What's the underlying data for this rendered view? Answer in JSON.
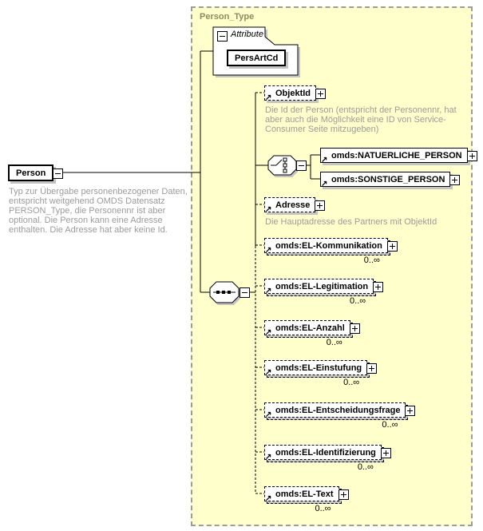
{
  "person_type": {
    "title": "Person_Type"
  },
  "person": {
    "label": "Person",
    "annotation": "Typ zur Übergabe personenbezogener Daten, entspricht weitgehend OMDS Datensatz PERSON_Type, die Personennr ist aber optional. Die Person kann eine Adresse enthalten. Die Adresse hat aber keine Id."
  },
  "attributes": {
    "header": "Attribute",
    "items": [
      {
        "name": "PersArtCd"
      }
    ]
  },
  "elements": {
    "objektid": {
      "label": "ObjektId",
      "annotation": "Die Id der Person (entspricht der Personennr, hat aber auch die Möglichkeit eine ID von Service-Consumer Seite mitzugeben)"
    },
    "natuerliche_person": {
      "label": "omds:NATUERLICHE_PERSON"
    },
    "sonstige_person": {
      "label": "omds:SONSTIGE_PERSON"
    },
    "adresse": {
      "label": "Adresse",
      "annotation": "Die Hauptadresse des Partners mit ObjektId"
    },
    "el_kommunikation": {
      "label": "omds:EL-Kommunikation",
      "occurrence": "0..∞"
    },
    "el_legitimation": {
      "label": "omds:EL-Legitimation",
      "occurrence": "0..∞"
    },
    "el_anzahl": {
      "label": "omds:EL-Anzahl",
      "occurrence": "0..∞"
    },
    "el_einstufung": {
      "label": "omds:EL-Einstufung",
      "occurrence": "0..∞"
    },
    "el_entscheidungsfrage": {
      "label": "omds:EL-Entscheidungsfrage",
      "occurrence": "0..∞"
    },
    "el_identifizierung": {
      "label": "omds:EL-Identifizierung",
      "occurrence": "0..∞"
    },
    "el_text": {
      "label": "omds:EL-Text",
      "occurrence": "0..∞"
    }
  },
  "icons": {
    "reference_arrow": "↗"
  },
  "colors": {
    "container_fill": "#ffffcc",
    "container_border": "#9c9c9c",
    "container_title": "#8b8b62",
    "annotation_text": "#9b9b9b",
    "shadow": "#c4c4c4"
  }
}
